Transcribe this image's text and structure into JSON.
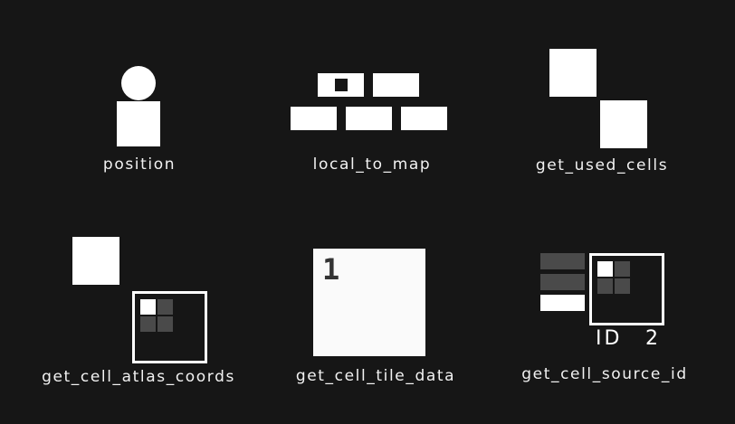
{
  "labels": {
    "position": "position",
    "local_to_map": "local_to_map",
    "get_used_cells": "get_used_cells",
    "get_cell_atlas_coords": "get_cell_atlas_coords",
    "get_cell_tile_data": "get_cell_tile_data",
    "get_cell_source_id": "get_cell_source_id"
  },
  "tile_data_number": "1",
  "source_id": {
    "prefix": "ID",
    "value": "2"
  },
  "colors": {
    "background": "#161616",
    "shape": "#ffffff",
    "dim": "#4a4a4a"
  }
}
